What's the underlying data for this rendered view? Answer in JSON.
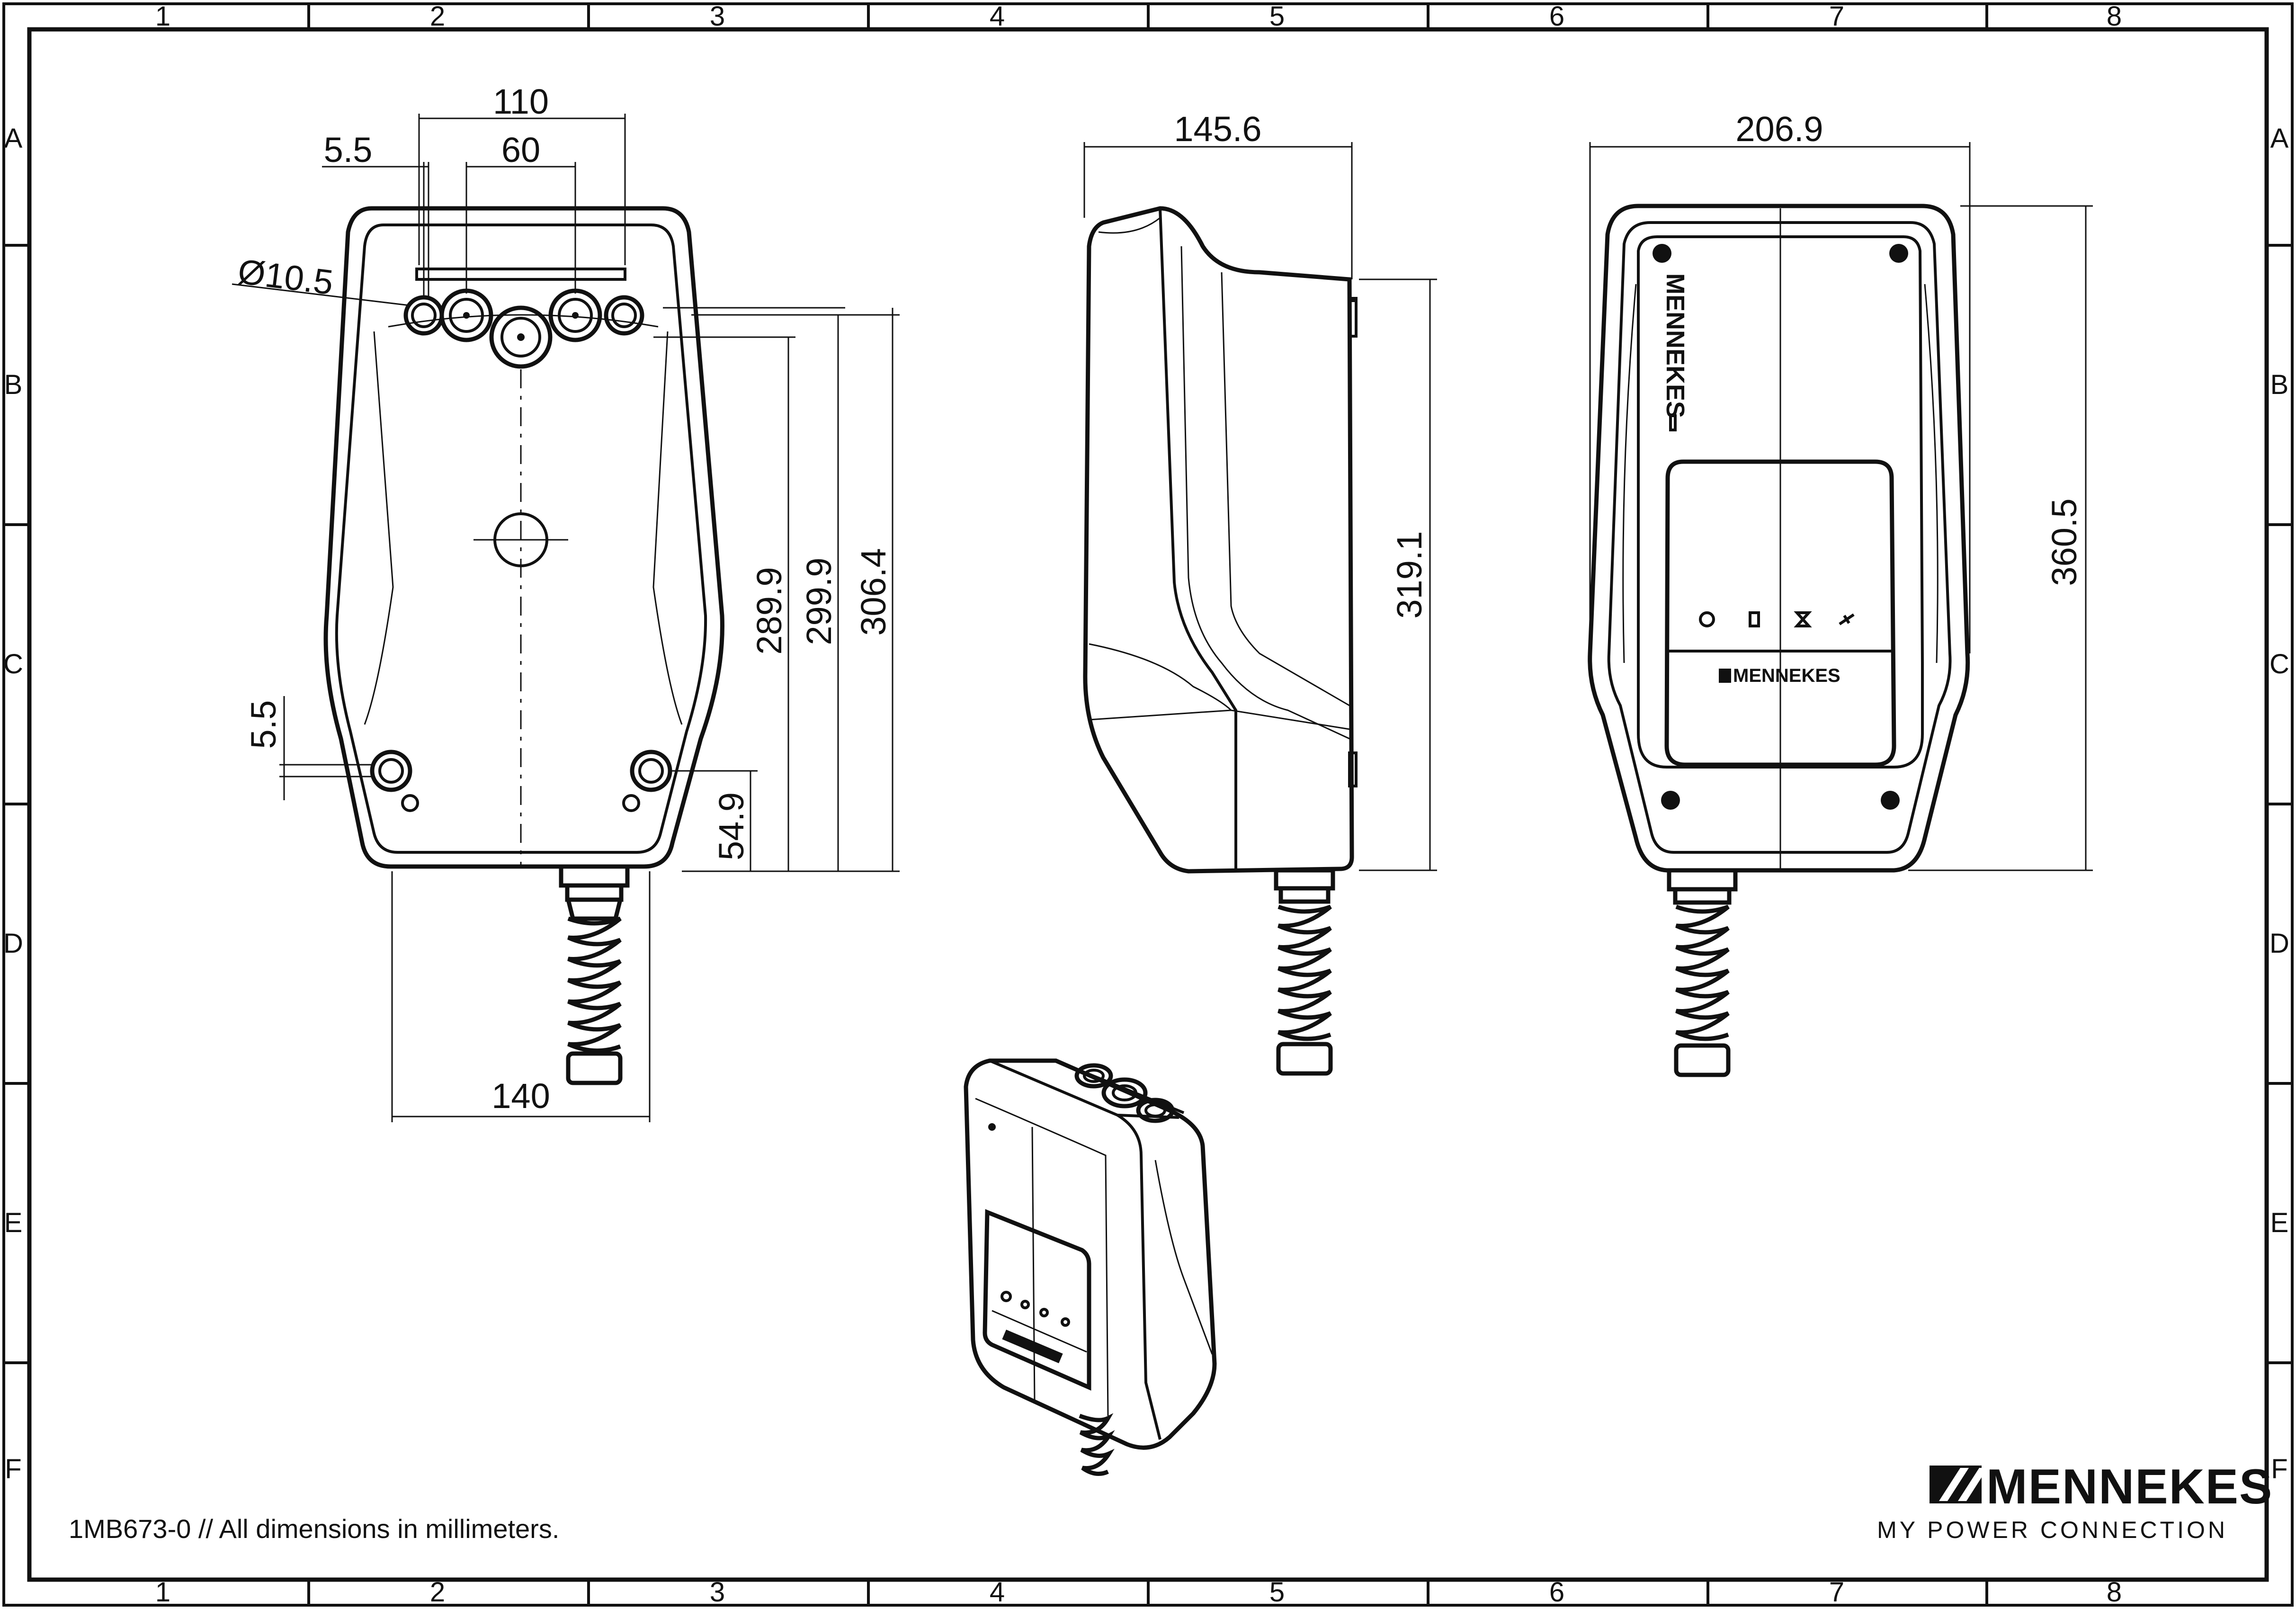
{
  "grid": {
    "columns": [
      "1",
      "2",
      "3",
      "4",
      "5",
      "6",
      "7",
      "8"
    ],
    "rows": [
      "A",
      "B",
      "C",
      "D",
      "E",
      "F"
    ]
  },
  "front_view": {
    "dims": {
      "top_width": "110",
      "hole_spacing": "60",
      "edge_offset": "5.5",
      "hole_diameter": "Ø10.5",
      "side_offset": "5.5",
      "bottom_width": "140",
      "h1": "289.9",
      "h2": "299.9",
      "h3": "306.4",
      "h4": "54.9"
    }
  },
  "side_view": {
    "dims": {
      "depth": "145.6",
      "height": "319.1"
    }
  },
  "back_view": {
    "dims": {
      "width": "206.9",
      "height": "360.5"
    },
    "label_vertical": "MENNEKES",
    "label_panel": "MENNEKES"
  },
  "footer": {
    "note": "1MB673-0 // All dimensions in millimeters.",
    "brand": "MENNEKES",
    "tagline": "MY POWER CONNECTION"
  }
}
